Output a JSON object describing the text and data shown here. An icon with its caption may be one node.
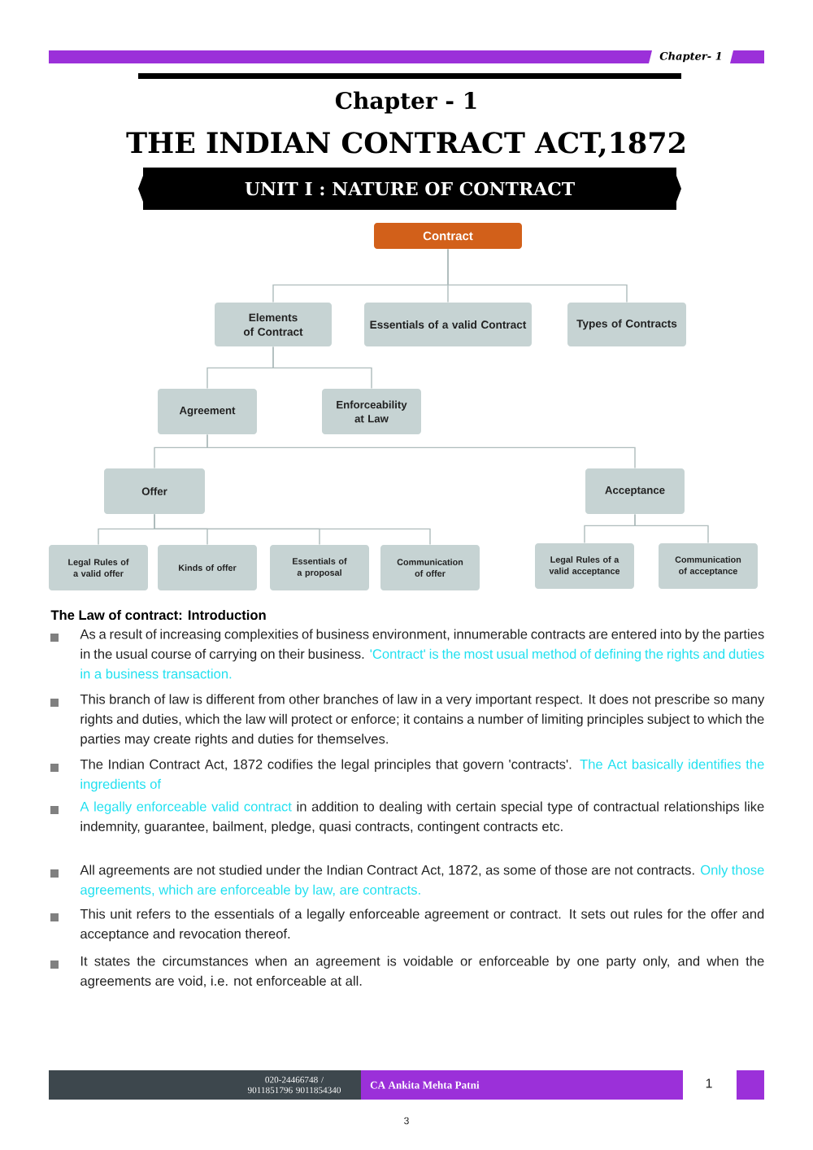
{
  "diagram": {
    "title": "THE INDIAN CONTRACT ACT,1872",
    "nodes": [
      {
        "text": [
          "Contract"
        ]
      },
      {
        "text": [
          "Elements of Contract"
        ]
      },
      {
        "text": [
          "Essentials of a valid Contract"
        ]
      },
      {
        "text": [
          "Types of Contracts"
        ]
      },
      {
        "text": [
          "Agreement"
        ]
      },
      {
        "text": [
          "Enforceability at Law"
        ]
      },
      {
        "text": [
          "Offer"
        ]
      },
      {
        "text": [
          "Acceptance"
        ]
      },
      {
        "text": [
          "Legal Rules of a valid offer"
        ]
      },
      {
        "text": [
          "Kinds of offer"
        ]
      },
      {
        "text": [
          "Essentials of a proposal"
        ]
      },
      {
        "text": [
          "Communication of offer"
        ]
      },
      {
        "text": [
          "Legal Rules of a valid acceptance"
        ]
      },
      {
        "text": [
          "Communication of acceptance"
        ]
      }
    ],
    "edges": [
      {
        "from": 0,
        "to": 1,
        "arrow": "none"
      },
      {
        "from": 0,
        "to": 2,
        "arrow": "none"
      },
      {
        "from": 0,
        "to": 3,
        "arrow": "none"
      },
      {
        "from": 1,
        "to": 4,
        "arrow": "none"
      },
      {
        "from": 1,
        "to": 5,
        "arrow": "none"
      },
      {
        "from": 4,
        "to": 6,
        "arrow": "none"
      },
      {
        "from": 4,
        "to": 7,
        "arrow": "none"
      },
      {
        "from": 6,
        "to": 8,
        "arrow": "none"
      },
      {
        "from": 6,
        "to": 9,
        "arrow": "none"
      },
      {
        "from": 6,
        "to": 10,
        "arrow": "none"
      },
      {
        "from": 6,
        "to": 11,
        "arrow": "none"
      },
      {
        "from": 7,
        "to": 12,
        "arrow": "none"
      },
      {
        "from": 7,
        "to": 13,
        "arrow": "none"
      }
    ],
    "labels": [
      "Chapter- 1",
      "Chapter - 1",
      "UNIT I : NATURE OF CONTRACT",
      "The Law of contract: Introduction",
      "As a result of increasing complexities of business environment, innumerable contracts are entered into by the parties in the usual course of carrying on their business.",
      "'Contract' is the most usual method of defining the rights and duties in a business transaction.",
      "This branch of law is different from other branches of law in a very important respect. It does not prescribe so many rights and duties, which the law will protect or enforce; it contains a number of limiting principles subject to which the parties may create rights and duties for themselves.",
      "The Indian Contract Act, 1872 codifies the legal principles that govern 'contracts'.",
      "The Act basically identifies the ingredients of",
      "A legally enforceable valid contract",
      "in addition to dealing with certain special type of contractual relationships like indemnity, guarantee, bailment, pledge, quasi contracts, contingent contracts etc.",
      "All agreements are not studied under the Indian Contract Act, 1872, as some of those are not contracts.",
      "Only those agreements, which are enforceable by law, are contracts.",
      "This unit refers to the essentials of a legally enforceable agreement or contract. It sets out rules for the offer and acceptance and revocation thereof.",
      "It states the circumstances when an agreement is voidable or enforceable by one party only, and when the agreements are void, i.e. not enforceable at all.",
      "020-24466748 / 9011851796 9011854340",
      "CA Ankita Mehta Patni",
      "1",
      "3"
    ]
  }
}
